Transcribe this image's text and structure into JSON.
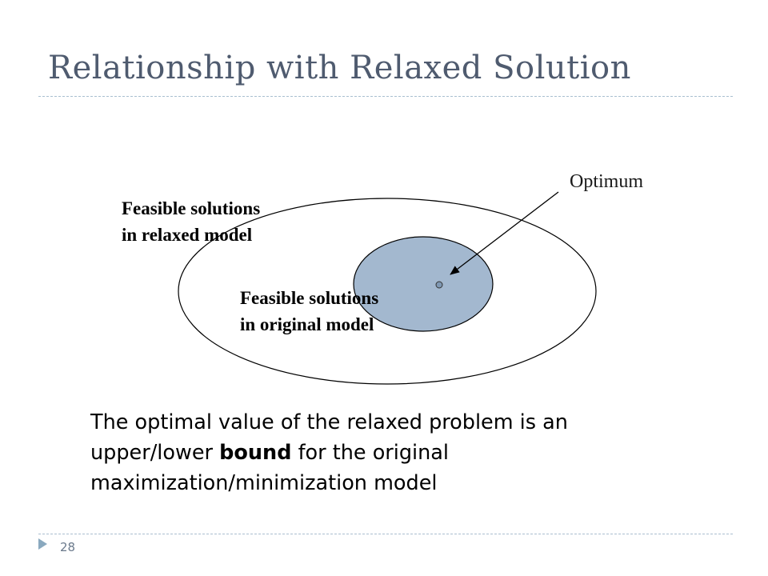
{
  "slide": {
    "title": "Relationship with Relaxed Solution",
    "page_number": "28"
  },
  "diagram": {
    "relaxed_region_label_line1": "Feasible solutions",
    "relaxed_region_label_line2": "in relaxed model",
    "original_region_label_line1": "Feasible solutions",
    "original_region_label_line2": "in original model",
    "optimum_label": "Optimum",
    "colors": {
      "inner_region_fill": "#a3b8cf",
      "outline": "#000000"
    }
  },
  "statement": {
    "part1": "The optimal value of the relaxed problem is an upper/lower ",
    "bold": "bound",
    "part2": " for the original maximization/minimization model"
  },
  "colors": {
    "title": "#4f5b6f",
    "rule": "#a9bfd0",
    "bullet": "#8aa9bf"
  }
}
